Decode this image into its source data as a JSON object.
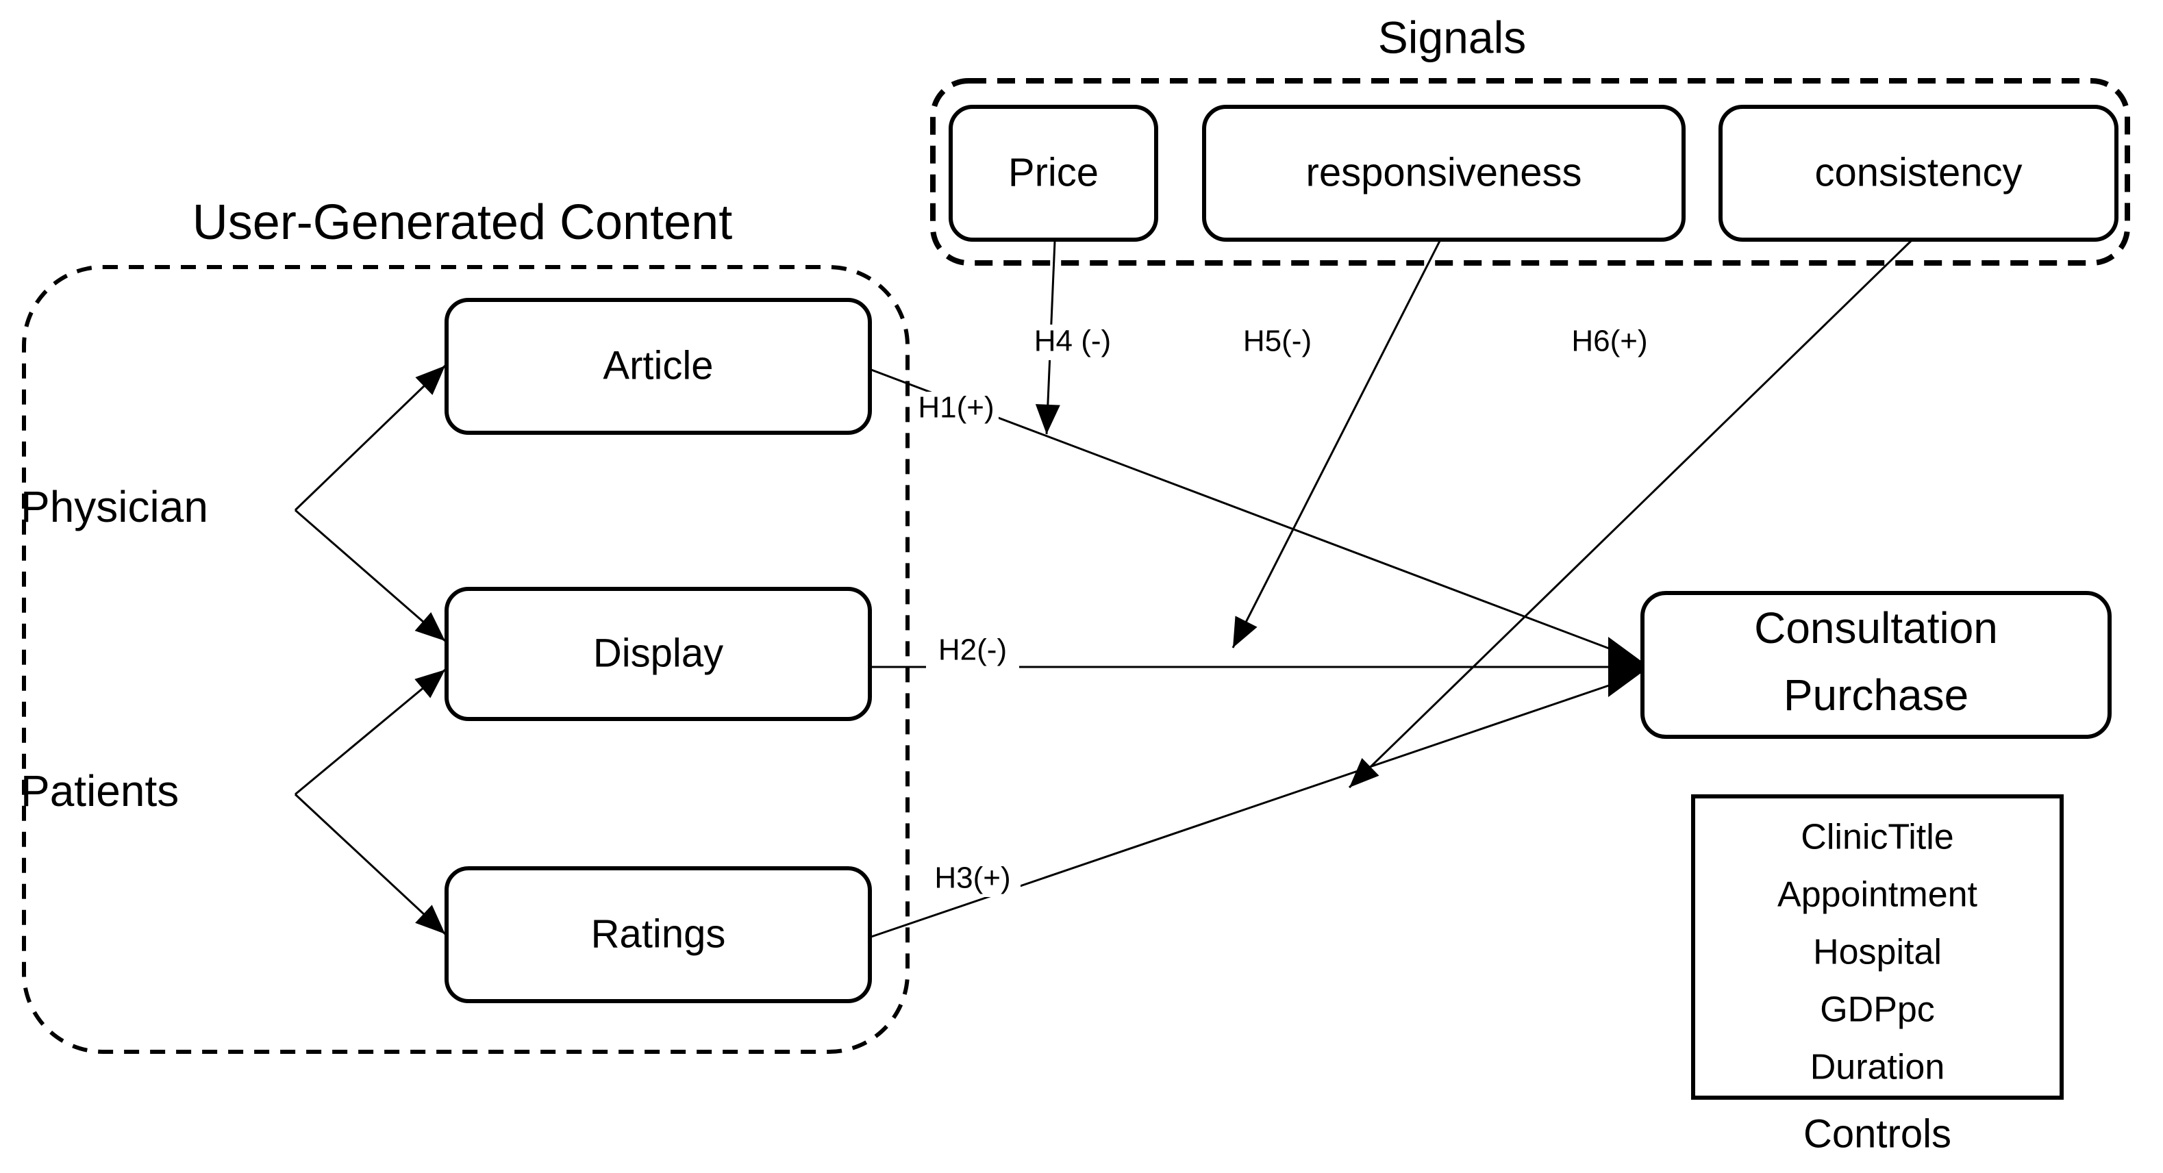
{
  "colors": {
    "ink": "#000000",
    "background": "#ffffff"
  },
  "signals_group": {
    "title": "Signals",
    "boxes": [
      "Price",
      "responsiveness",
      "consistency"
    ]
  },
  "ugc_group": {
    "title": "User-Generated Content",
    "sources": [
      "Physician",
      "Patients"
    ],
    "boxes": [
      "Article",
      "Display",
      "Ratings"
    ]
  },
  "outcome": {
    "line1": "Consultation",
    "line2": "Purchase"
  },
  "controls_group": {
    "items": [
      "ClinicTitle",
      "Appointment",
      "Hospital",
      "GDPpc",
      "Duration"
    ],
    "caption": "Controls"
  },
  "hypotheses": {
    "h1": "H1(+)",
    "h2": "H2(-)",
    "h3": "H3(+)",
    "h4": "H4 (-)",
    "h5": "H5(-)",
    "h6": "H6(+)"
  }
}
